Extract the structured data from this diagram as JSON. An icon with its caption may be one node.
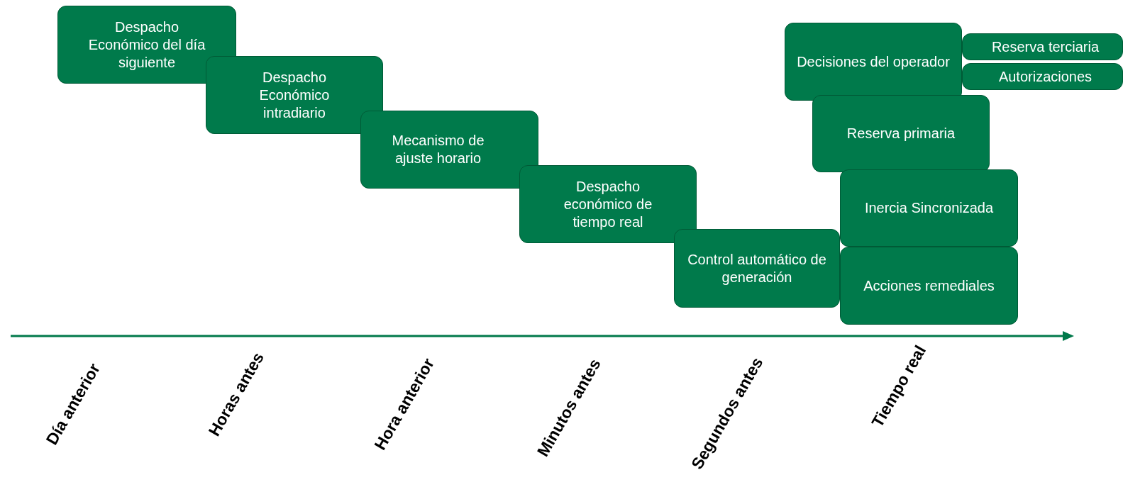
{
  "diagram": {
    "nodes": [
      {
        "text": [
          "Despacho Económico del día siguiente"
        ]
      },
      {
        "text": [
          "Despacho Económico intradiario"
        ]
      },
      {
        "text": [
          "Mecanismo de ajuste horario"
        ]
      },
      {
        "text": [
          "Despacho económico de tiempo real"
        ]
      },
      {
        "text": [
          "Control automático de generación"
        ]
      },
      {
        "text": [
          "Decisiones del operador"
        ]
      },
      {
        "text": [
          "Reserva terciaria"
        ]
      },
      {
        "text": [
          "Autorizaciones"
        ]
      },
      {
        "text": [
          "Reserva primaria"
        ]
      },
      {
        "text": [
          "Inercia Sincronizada"
        ]
      },
      {
        "text": [
          "Acciones remediales"
        ]
      }
    ],
    "labels": [
      "Día anterior",
      "Horas antes",
      "Hora anterior",
      "Minutos antes",
      "Segundos antes",
      "Tiempo real"
    ]
  }
}
